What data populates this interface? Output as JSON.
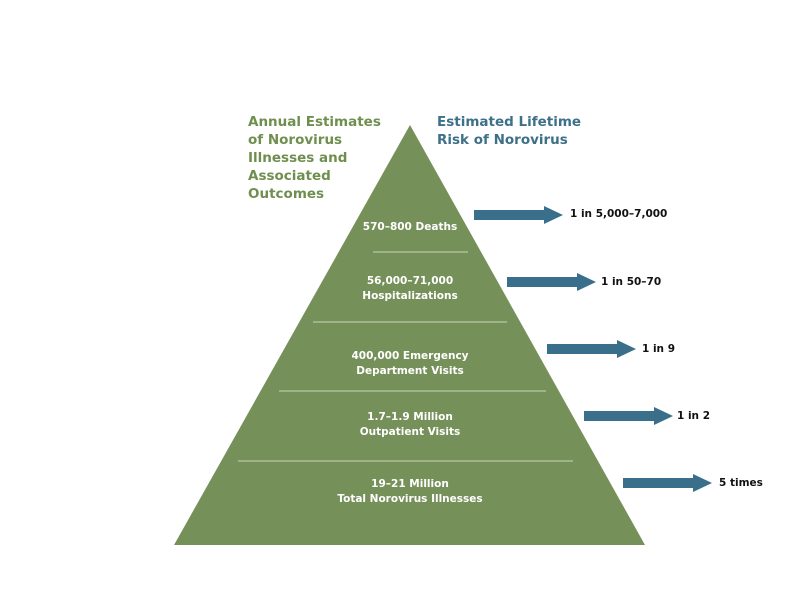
{
  "titles": {
    "left": "Annual Estimates of Norovirus Illnesses and Associated Outcomes",
    "right": "Estimated Lifetime Risk of Norovirus"
  },
  "levels": [
    {
      "line1": "570–800 Deaths",
      "line2": "",
      "risk": "1 in 5,000–7,000"
    },
    {
      "line1": "56,000–71,000",
      "line2": "Hospitalizations",
      "risk": "1 in 50–70"
    },
    {
      "line1": "400,000 Emergency",
      "line2": "Department Visits",
      "risk": "1 in 9"
    },
    {
      "line1": "1.7–1.9 Million",
      "line2": "Outpatient Visits",
      "risk": "1 in 2"
    },
    {
      "line1": "19–21 Million",
      "line2": "Total Norovirus Illnesses",
      "risk": "5 times"
    }
  ],
  "colors": {
    "pyramid": "#76905a",
    "arrow": "#3a6f8c",
    "divider": "#c9d4b8"
  }
}
